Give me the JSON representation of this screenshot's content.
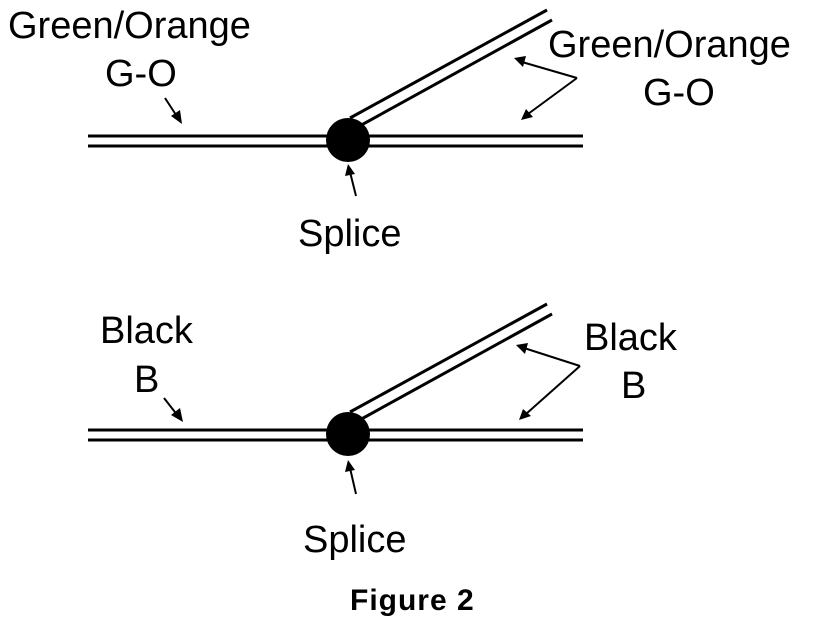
{
  "figure": {
    "caption": "Figure 2"
  },
  "top_diagram": {
    "left_label": {
      "color_name": "Green/Orange",
      "abbrev": "G-O"
    },
    "right_label": {
      "color_name": "Green/Orange",
      "abbrev": "G-O"
    },
    "splice_label": "Splice"
  },
  "bottom_diagram": {
    "left_label": {
      "color_name": "Black",
      "abbrev": "B"
    },
    "right_label": {
      "color_name": "Black",
      "abbrev": "B"
    },
    "splice_label": "Splice"
  },
  "colors": {
    "ink": "#000000",
    "background": "#ffffff"
  }
}
